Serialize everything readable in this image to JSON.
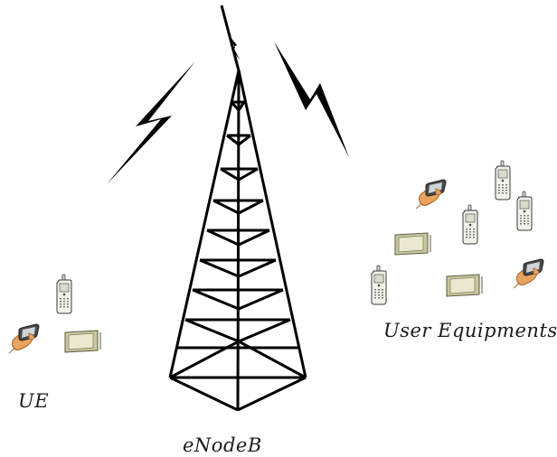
{
  "labels": {
    "ue": "UE",
    "enodeb": "eNodeB",
    "user_equipments": "User Equipments"
  },
  "colors": {
    "line": "#000000",
    "phone_body": "#f2f2ea",
    "phone_outline": "#3a3a3a",
    "skin": "#e8a35f",
    "skin_outline": "#a0602a",
    "tablet_frame": "#c9c7a0",
    "tablet_screen": "#eae9cf",
    "tablet_outline": "#5a5a40"
  },
  "icons": {
    "tower": "lattice-tower-icon",
    "signal": "lightning-bolt-icon",
    "phone": "mobile-phone-icon",
    "handheld": "hand-held-pda-icon",
    "tablet": "tablet-icon"
  }
}
